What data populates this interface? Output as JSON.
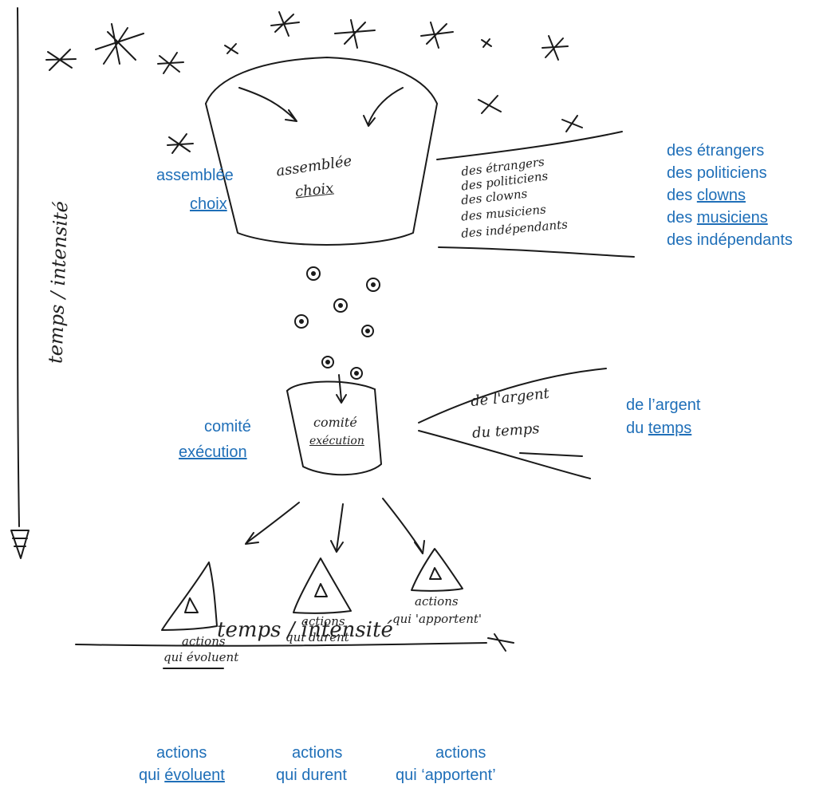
{
  "sketch": {
    "funnel_top": {
      "line1": "assemblée",
      "line2": "choix"
    },
    "funnel_bottom": {
      "line1": "comité",
      "line2": "exécution"
    },
    "top_list": [
      "des étrangers",
      "des politiciens",
      "des clowns",
      "des musiciens",
      "des indépendants"
    ],
    "bottom_list": [
      "de l'argent",
      "du temps"
    ],
    "triangles": [
      {
        "symbol": "Δ",
        "line1": "actions",
        "line2": "qui évoluent"
      },
      {
        "symbol": "Δ",
        "line1": "actions",
        "line2": "qui durent"
      },
      {
        "symbol": "Δ",
        "line1": "actions",
        "line2": "qui 'apportent'"
      }
    ],
    "vertical_axis": "temps / intensité",
    "horizontal_axis": "temps / intensité"
  },
  "labels": {
    "assembly": {
      "line1": "assemblée",
      "line2": "choix"
    },
    "people": {
      "l1_prefix": "des ",
      "l1_word": "étrangers",
      "l2_prefix": "des ",
      "l2_word": "politiciens",
      "l3_prefix": "des ",
      "l3_word": "clowns",
      "l4_prefix": "des ",
      "l4_word": "musiciens",
      "l5_prefix": "des ",
      "l5_word": "indépendants"
    },
    "resources": {
      "l1": "de l’argent",
      "l2_prefix": "du ",
      "l2_word": "temps"
    },
    "committee": {
      "line1": "comité",
      "line2": "exécution"
    },
    "actions_1": {
      "line1": "actions",
      "line2_prefix": "qui ",
      "line2_word": "évoluent"
    },
    "actions_2": {
      "line1": "actions",
      "line2": "qui durent"
    },
    "actions_3": {
      "line1": "actions",
      "line2": "qui ‘apportent’"
    }
  }
}
